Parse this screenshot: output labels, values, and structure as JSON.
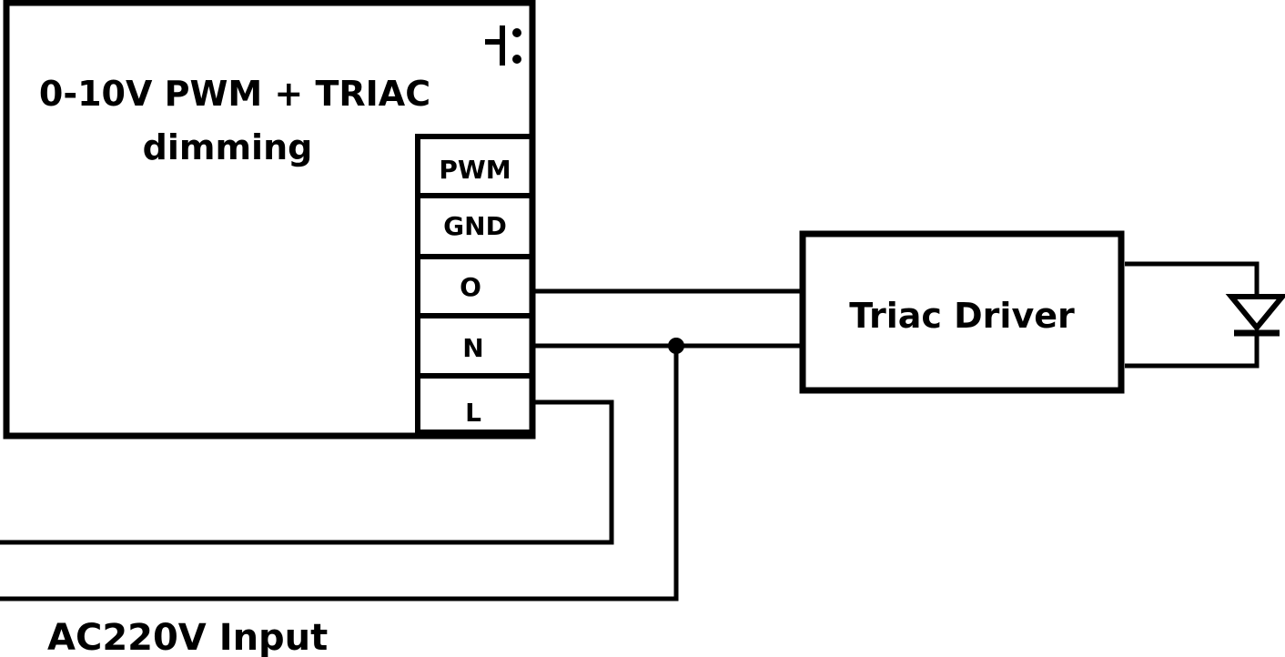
{
  "controller": {
    "title_line1": "0-10V PWM + TRIAC",
    "title_line2": "dimming",
    "button_icon": "push-button-switch-icon",
    "terminals": [
      "PWM",
      "GND",
      "O",
      "N",
      "L"
    ]
  },
  "driver": {
    "label": "Triac Driver"
  },
  "load": {
    "icon": "led-diode-icon"
  },
  "input": {
    "label": "AC220V Input"
  },
  "colors": {
    "stroke": "#000000",
    "background": "#ffffff"
  }
}
